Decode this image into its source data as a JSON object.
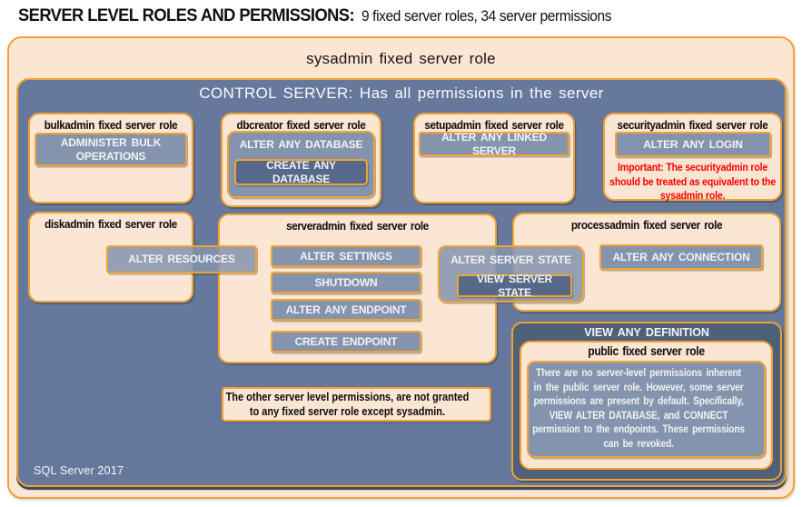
{
  "page_title": {
    "emphasis": "SERVER LEVEL ROLES AND PERMISSIONS:",
    "detail": "9 fixed server roles, 34 server permissions"
  },
  "sysadmin_role": {
    "label": "sysadmin fixed server role"
  },
  "control_server": {
    "heading": "CONTROL SERVER: Has all permissions in the server",
    "footer_label": "SQL Server 2017"
  },
  "roles": {
    "bulkadmin": {
      "title": "bulkadmin fixed server role",
      "permission": "ADMINISTER BULK OPERATIONS"
    },
    "dbcreator": {
      "title": "dbcreator fixed server role",
      "permission": "ALTER ANY DATABASE",
      "sub_permission": "CREATE ANY DATABASE"
    },
    "setupadmin": {
      "title": "setupadmin fixed server role",
      "permission": "ALTER ANY LINKED SERVER"
    },
    "securityadmin": {
      "title": "securityadmin fixed server role",
      "permission": "ALTER ANY LOGIN",
      "warning": "Important: The securityadmin role should be treated as equivalent to the sysadmin role."
    },
    "diskadmin": {
      "title": "diskadmin fixed server role",
      "permission": "ALTER RESOURCES"
    },
    "serveradmin": {
      "title": "serveradmin fixed server role",
      "permissions": [
        "ALTER SETTINGS",
        "SHUTDOWN",
        "ALTER ANY ENDPOINT",
        "CREATE ENDPOINT"
      ]
    },
    "processadmin": {
      "title": "processadmin fixed server role",
      "permission": "ALTER ANY CONNECTION"
    },
    "public": {
      "title": "public fixed server role",
      "description": "There are no server-level permissions inherent in the public server role. However, some server permissions are present by default. Specifically, VIEW ALTER DATABASE, and CONNECT permission to the endpoints. These permissions can be revoked."
    }
  },
  "shared_permissions": {
    "server_state": {
      "outer": "ALTER SERVER STATE",
      "inner": "VIEW SERVER STATE"
    },
    "view_any_definition": "VIEW ANY DEFINITION"
  },
  "footnote": "The other server level permissions, are not granted to any fixed server role except sysadmin.",
  "colors": {
    "canvas_blue": "#66799C",
    "dark_blue": "#4E6178",
    "permission_gray": "#8494AE",
    "permission_dark": "#56698A",
    "peach": "#FBE5D3",
    "gold_border": "#F0A330",
    "warning_red": "#FF0000"
  }
}
